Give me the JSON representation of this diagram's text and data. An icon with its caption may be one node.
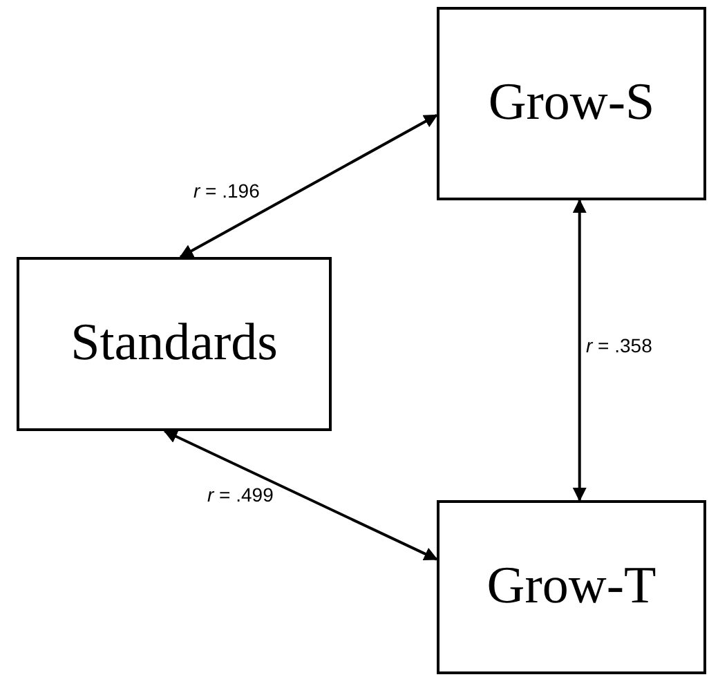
{
  "diagram": {
    "nodes": [
      {
        "text": [
          "Grow-S"
        ]
      },
      {
        "text": [
          "Standards"
        ]
      },
      {
        "text": [
          "Grow-T"
        ]
      }
    ],
    "edges": [
      {
        "from": 1,
        "to": 0,
        "arrow": "both",
        "label": "*r* = .196"
      },
      {
        "from": 0,
        "to": 2,
        "arrow": "both",
        "label": "*r* = .358"
      },
      {
        "from": 1,
        "to": 2,
        "arrow": "both",
        "label": "*r* = .499"
      }
    ]
  }
}
